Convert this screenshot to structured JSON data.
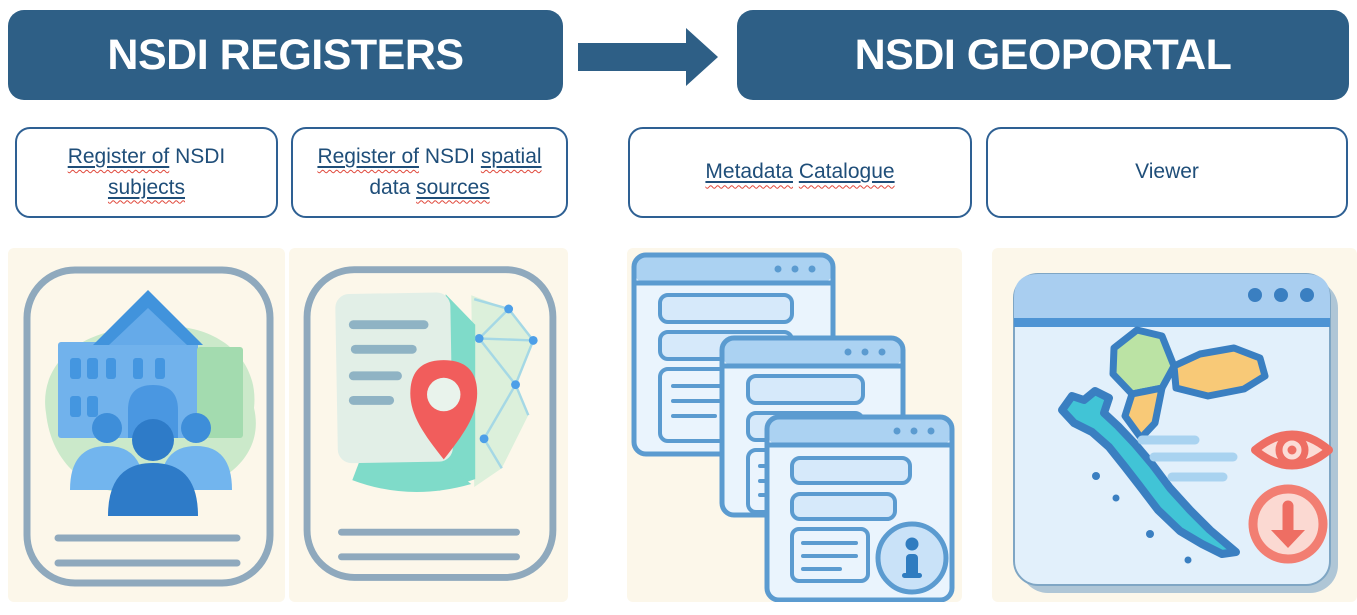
{
  "title_banners": {
    "left": "NSDI REGISTERS",
    "right": "NSDI GEOPORTAL"
  },
  "arrow": {
    "name": "flow-arrow",
    "direction": "right"
  },
  "label_boxes": {
    "register_subjects": {
      "seg1": "Register of",
      "seg2": "NSDI",
      "seg3": "subjects"
    },
    "register_sources": {
      "seg1": "Register of",
      "seg2": "NSDI",
      "seg3": "spatial",
      "seg4": "data",
      "seg5": "sources"
    },
    "metadata_catalogue": {
      "seg1": "Metadata",
      "seg2": "Catalogue"
    },
    "viewer": {
      "label": "Viewer"
    }
  },
  "illustrations": {
    "subjects_card": "institution-with-user-group",
    "sources_card": "document-with-location-pin-and-polygon-mesh",
    "catalogue_card": "stacked-browser-windows-with-info-badge",
    "viewer_card": "map-viewer-window-croatia-with-eye-and-download"
  },
  "colors": {
    "banner_bg": "#2E5F86",
    "banner_text": "#FFFFFF",
    "box_border": "#2E6093",
    "link_text": "#1F4E79",
    "spellcheck_wavy": "#E0483B",
    "card_bg": "#FCF7EA",
    "card_outline": "#8FA9BD",
    "illustration_blue": "#5B9BD0",
    "people_blue_dark": "#2E7BC8",
    "people_blue_light": "#72B5EE",
    "pin_red": "#F15D5C",
    "salmon_accent": "#F27E72",
    "teal_accent": "#41C4D6",
    "green_accent": "#BBE3A4",
    "orange_accent": "#F8C977"
  }
}
